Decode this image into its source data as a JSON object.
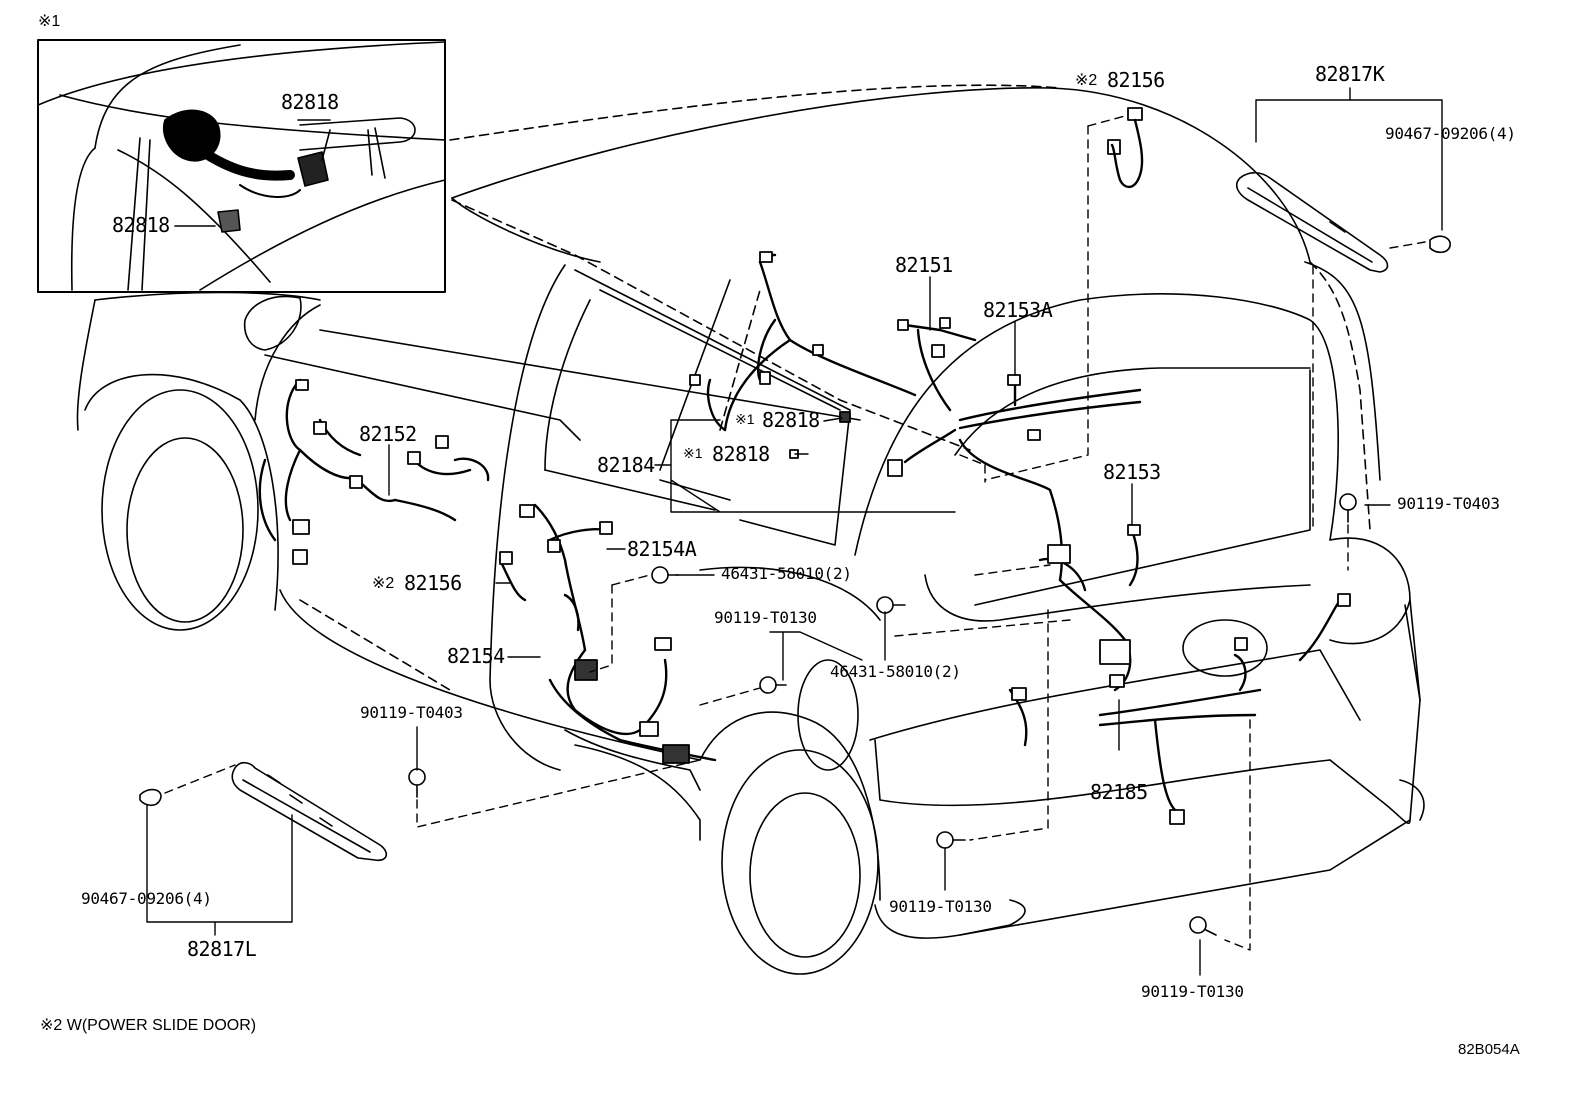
{
  "inset": {
    "mark": "※1",
    "parts": [
      "82818",
      "82818"
    ]
  },
  "labels": {
    "note2_a_mark": "※2",
    "note2_a_part": "82156",
    "p82817K": "82817K",
    "p90467_top": "90467-09206(4)",
    "p82151": "82151",
    "p82153A": "82153A",
    "p82152": "82152",
    "m1_a": "※1",
    "p82818_a": "82818",
    "m1_b": "※1",
    "p82818_b": "82818",
    "p82184": "82184",
    "p82153": "82153",
    "p90119_T0403_right": "90119-T0403",
    "p82154A": "82154A",
    "p46431_a": "46431-58010(2)",
    "note2_b_mark": "※2",
    "note2_b_part": "82156",
    "p90119_T0130_mid": "90119-T0130",
    "p46431_b": "46431-58010(2)",
    "p82154": "82154",
    "p90119_T0403_left": "90119-T0403",
    "p82185": "82185",
    "p90467_bottom": "90467-09206(4)",
    "p82817L": "82817L",
    "p90119_T0130_bl": "90119-T0130",
    "p90119_T0130_br": "90119-T0130"
  },
  "footnote": "※2 W(POWER SLIDE DOOR)",
  "diagram_code": "82B054A"
}
